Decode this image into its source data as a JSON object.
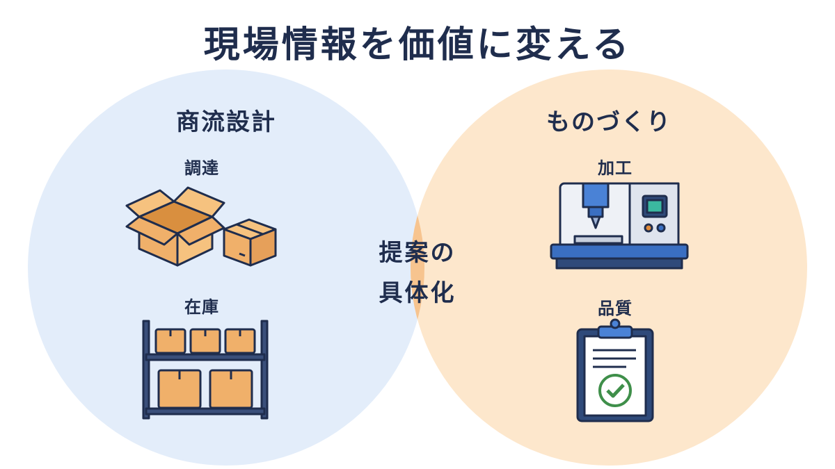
{
  "title": "現場情報を価値に変える",
  "left": {
    "heading": "商流設計",
    "item1": "調達",
    "item2": "在庫"
  },
  "right": {
    "heading": "ものづくり",
    "item1": "加工",
    "item2": "品質"
  },
  "intersection": {
    "line1": "提案の",
    "line2": "具体化"
  },
  "colors": {
    "left_circle": "#e3edfa",
    "right_circle": "#fde7cc",
    "overlap": "#f7c48f",
    "ink": "#1f2d4d",
    "box": "#f0b06a"
  }
}
